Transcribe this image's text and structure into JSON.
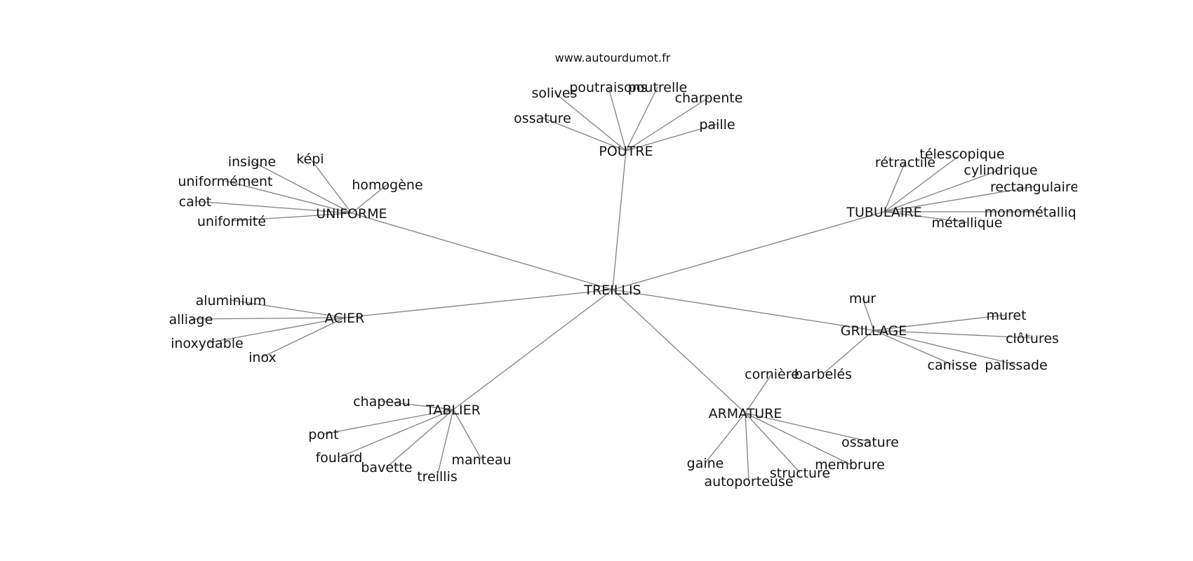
{
  "source": "www.autourdumot.fr",
  "graph": {
    "center": "TREILLIS",
    "groups": [
      {
        "label": "POUTRE",
        "words": [
          "solives",
          "poutraisons",
          "poutrelle",
          "charpente",
          "ossature",
          "paille"
        ]
      },
      {
        "label": "UNIFORME",
        "words": [
          "insigne",
          "képi",
          "uniformément",
          "homogène",
          "calot",
          "uniformité"
        ]
      },
      {
        "label": "TUBULAIRE",
        "words": [
          "rétractile",
          "télescopique",
          "cylindrique",
          "rectangulaire",
          "monométallique",
          "métallique"
        ]
      },
      {
        "label": "ACIER",
        "words": [
          "aluminium",
          "alliage",
          "inoxydable",
          "inox"
        ]
      },
      {
        "label": "GRILLAGE",
        "words": [
          "mur",
          "muret",
          "clôtures",
          "barbelés",
          "canisse",
          "palissade"
        ]
      },
      {
        "label": "TABLIER",
        "words": [
          "chapeau",
          "pont",
          "foulard",
          "bavette",
          "treillis",
          "manteau"
        ]
      },
      {
        "label": "ARMATURE",
        "words": [
          "cornière",
          "ossature",
          "gaine",
          "membrure",
          "structure",
          "autoporteuse"
        ]
      }
    ]
  }
}
